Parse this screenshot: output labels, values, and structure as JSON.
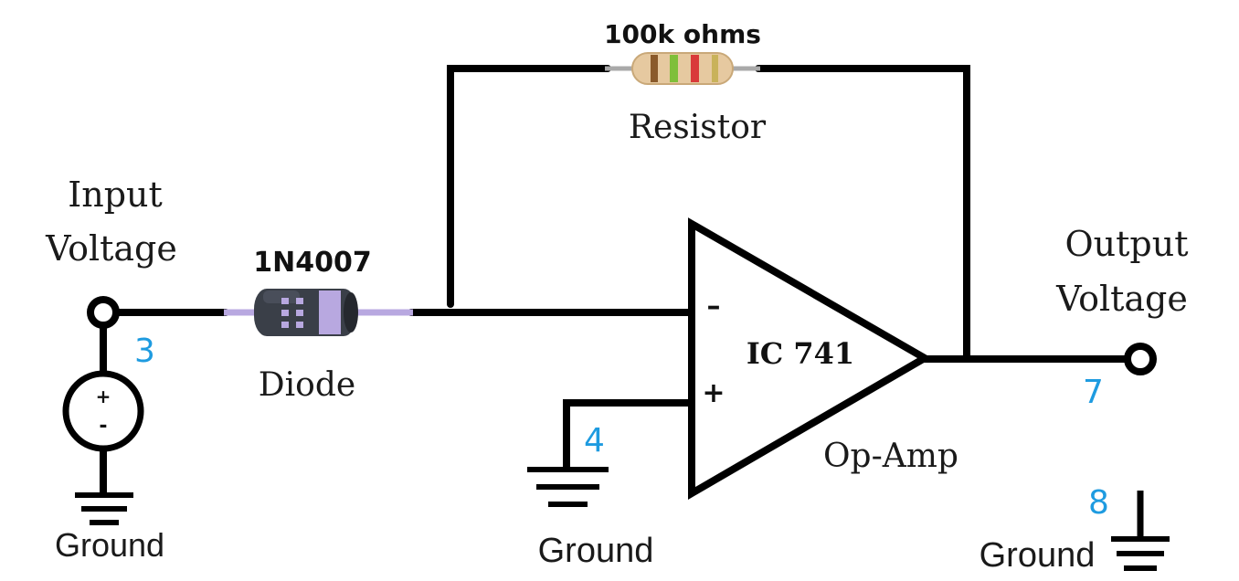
{
  "labels": {
    "resistor_value": "100k ohms",
    "resistor_name": "Resistor",
    "input_line1": "Input",
    "input_line2": "Voltage",
    "diode_part": "1N4007",
    "diode_name": "Diode",
    "output_line1": "Output",
    "output_line2": "Voltage",
    "opamp_part": "IC 741",
    "opamp_name": "Op-Amp",
    "ground_left": "Ground",
    "ground_mid": "Ground",
    "ground_right": "Ground",
    "source_plus": "+",
    "source_minus": "-",
    "inverting": "–",
    "noninverting": "+"
  },
  "pins": {
    "input_pin": "3",
    "ground_pin": "4",
    "output_pin": "7",
    "ground_pin_right": "8"
  },
  "colors": {
    "wire": "#000000",
    "pin_text": "#1e9be0",
    "diode_body": "#3a3f48",
    "diode_band": "#b8a8e0",
    "resistor_body": "#e6c9a0",
    "resistor_band_1": "#8a5a2b",
    "resistor_band_2": "#7fbf3a",
    "resistor_band_3": "#d93a3a",
    "resistor_band_4": "#c9b25a"
  }
}
